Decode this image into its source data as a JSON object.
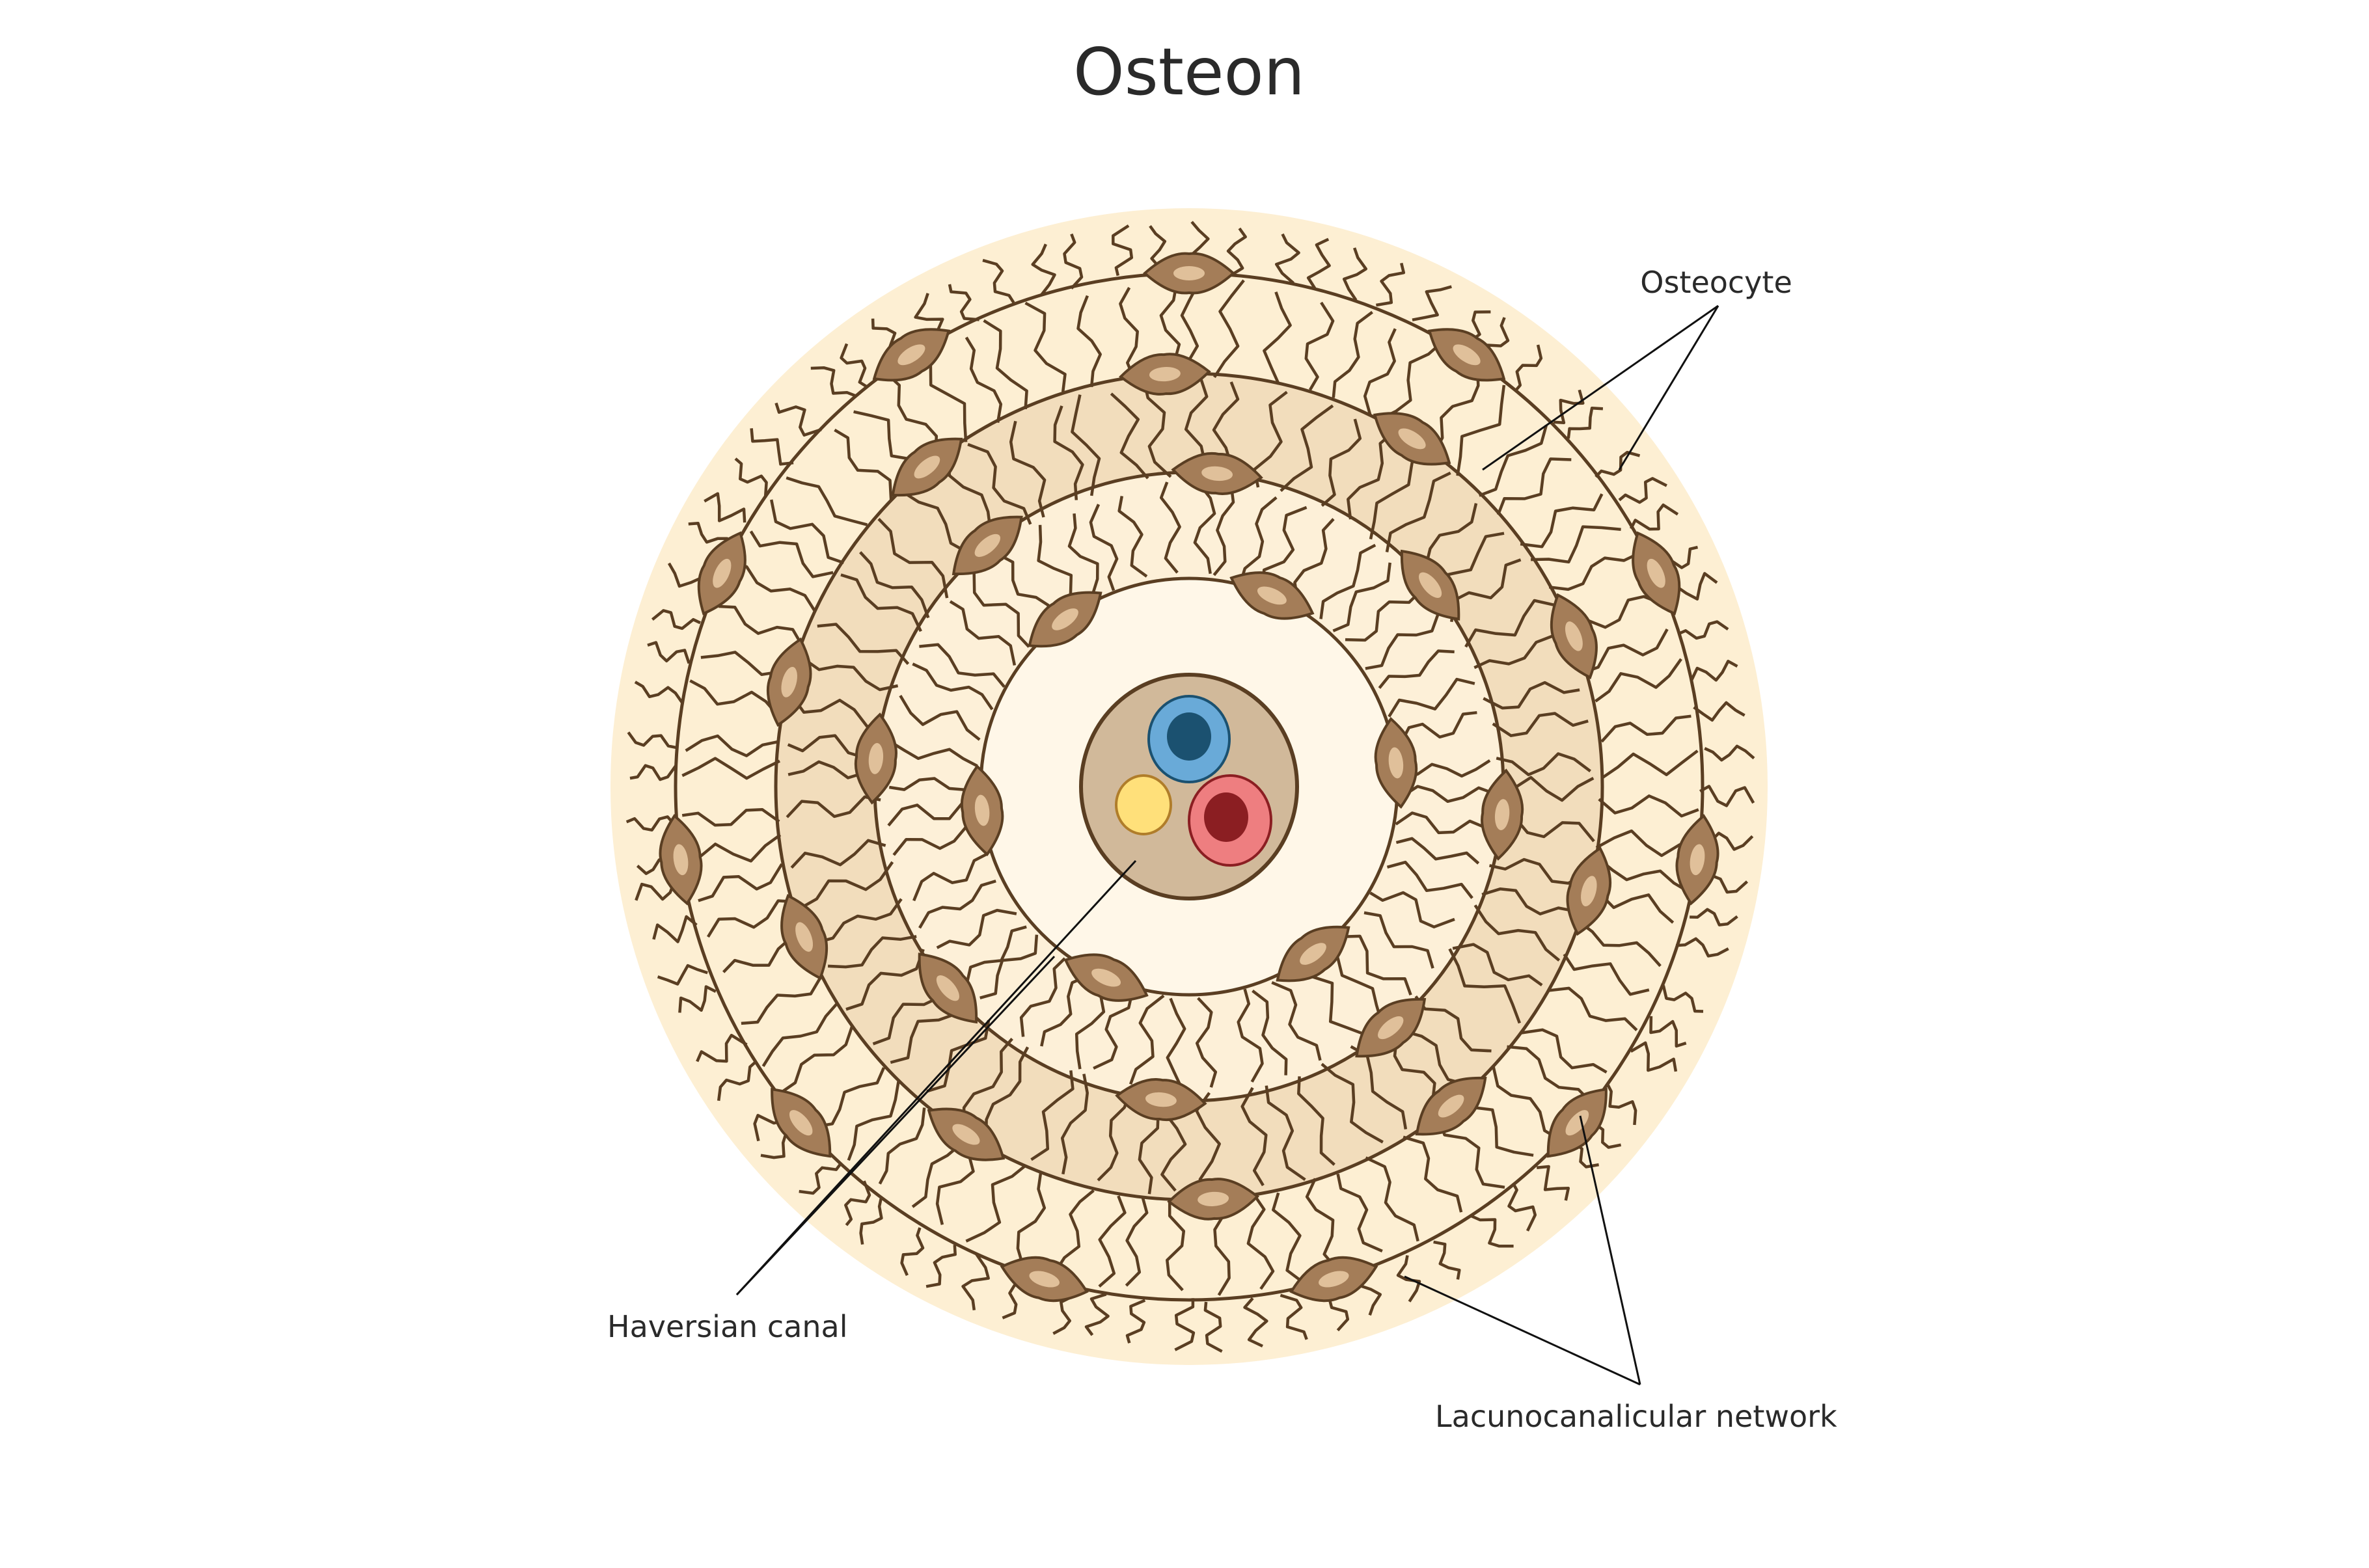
{
  "title": "Osteon",
  "labels": {
    "osteocyte": "Osteocyte",
    "haversian_canal": "Haversian canal",
    "lacunocanalicular_network": "Lacunocanalicular network"
  },
  "colors": {
    "outer_matrix": "#FDEFD3",
    "lamella_band": "#F2DDBC",
    "inner_lamella": "#FFF7E8",
    "canal": "#D1B99A",
    "osteocyte": "#A47D58",
    "osteocyte_nucleus": "#E0C09A",
    "outline": "#5A3E22",
    "vein": "#69AAD8",
    "vein_lumen": "#1B5170",
    "artery": "#EE7E80",
    "artery_lumen": "#8B1E22",
    "nerve": "#FFE07A"
  }
}
